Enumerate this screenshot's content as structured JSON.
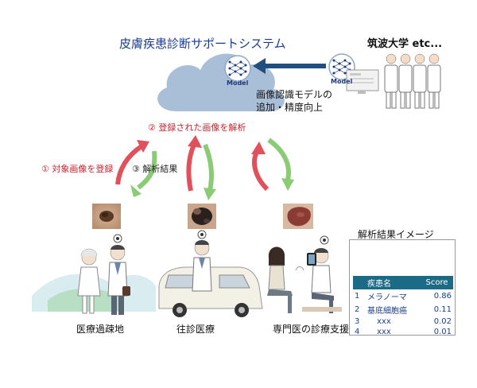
{
  "title": "皮膚疾患診断サポートシステム",
  "universities": "筑波大学 etc...",
  "model_label": "Model",
  "model_update_lines": [
    "画像認識モデルの",
    "追加・精度向上"
  ],
  "step2": "② 登録された画像を解析",
  "step1": "① 対象画像を登録",
  "step3": "③ 解析結果",
  "scenarios": [
    {
      "caption": "医療過疎地"
    },
    {
      "caption": "往診医療"
    },
    {
      "caption": "専門医の診療支援"
    }
  ],
  "result_panel": {
    "title": "解析結果イメージ",
    "columns": [
      "疾患名",
      "Score"
    ],
    "rows": [
      {
        "rank": "1",
        "name": "メラノーマ",
        "score": "0.86"
      },
      {
        "rank": "2",
        "name": "基底細胞癌",
        "score": "0.11"
      },
      {
        "rank": "3",
        "name": "xxx",
        "score": "0.02"
      },
      {
        "rank": "4",
        "name": "xxx",
        "score": "0.01"
      }
    ]
  },
  "colors": {
    "cloud": "#a9bfd8",
    "red_arrow": "#e0515b",
    "green_arrow": "#8ccb76",
    "model_arrow": "#1f4f80",
    "table_header": "#1b6a86"
  }
}
